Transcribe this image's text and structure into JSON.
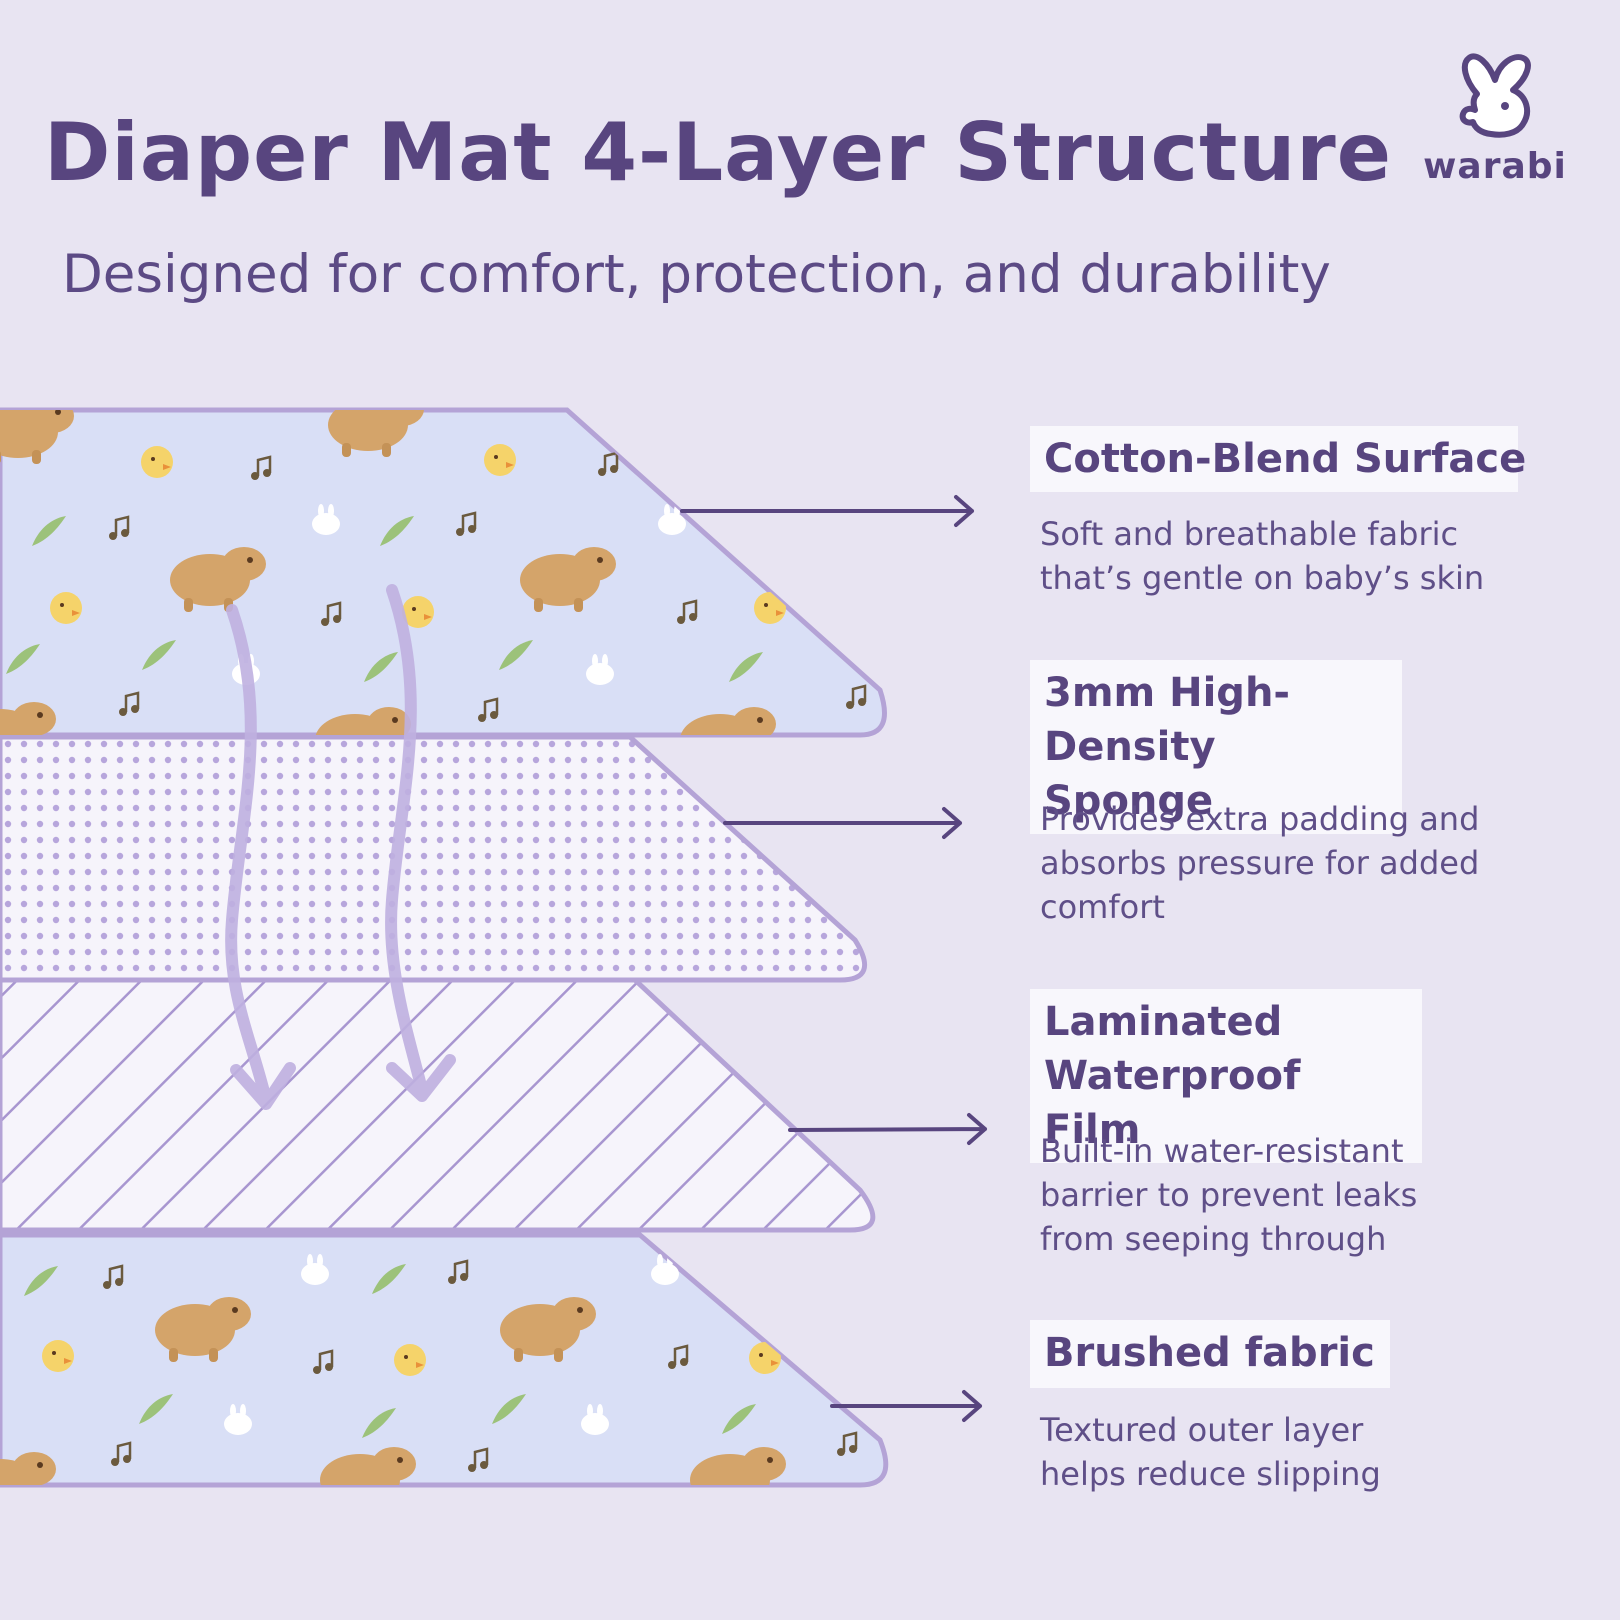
{
  "header": {
    "title": "Diaper Mat 4-Layer Structure",
    "subtitle": "Designed for comfort, protection, and durability"
  },
  "brand": {
    "name": "warabi",
    "logo_icon": "rabbit-icon"
  },
  "layers": [
    {
      "label": "Cotton-Blend Surface",
      "description": "Soft and breathable fabric that’s gentle on baby’s skin"
    },
    {
      "label": "3mm High-Density Sponge",
      "description": "Provides extra padding and absorbs pressure for added comfort"
    },
    {
      "label": "Laminated Waterproof Film",
      "description": "Built-in water-resistant barrier to prevent leaks from seeping through"
    },
    {
      "label": "Brushed fabric",
      "description": "Textured outer layer helps reduce slipping"
    }
  ],
  "colors": {
    "background": "#e8e4f2",
    "text": "#58457f",
    "layer_outline": "#b4a3d6",
    "fabric_fill": "#d7def7",
    "capybara": "#d4a46a"
  }
}
